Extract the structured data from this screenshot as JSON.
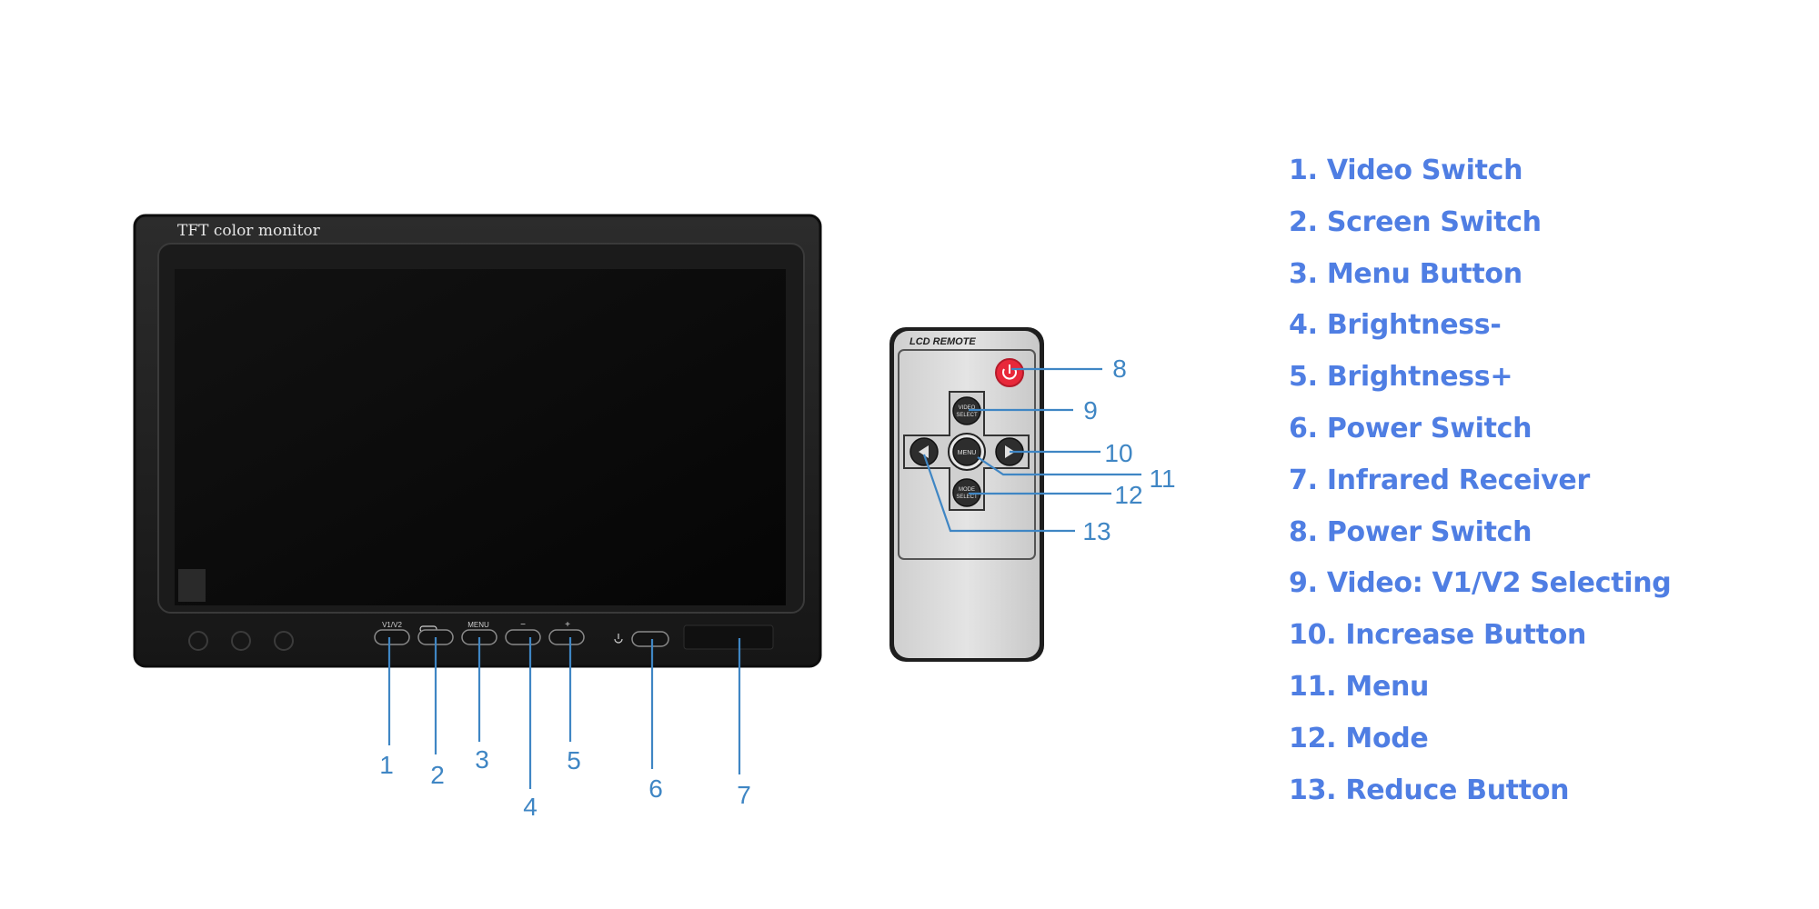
{
  "monitor": {
    "brand_text": "TFT color monitor",
    "button_labels": [
      "V1/V2",
      "",
      "MENU",
      "−",
      "+"
    ]
  },
  "remote": {
    "title": "LCD REMOTE",
    "up_label": [
      "VIDEO",
      "SELECT"
    ],
    "center_label": "MENU",
    "down_label": [
      "MODE",
      "SELECT"
    ]
  },
  "callouts": [
    "1",
    "2",
    "3",
    "4",
    "5",
    "6",
    "7",
    "8",
    "9",
    "10",
    "11",
    "12",
    "13"
  ],
  "legend": [
    "1. Video Switch",
    "2. Screen Switch",
    "3. Menu Button",
    "4. Brightness-",
    "5. Brightness+",
    "6. Power Switch",
    "7. Infrared Receiver",
    "8. Power Switch",
    "9. Video: V1/V2 Selecting",
    "10. Increase Button",
    "11. Menu",
    "12. Mode",
    "13. Reduce Button"
  ],
  "colors": {
    "callout": "#3f86c4",
    "legend_text": "#4f7ee3",
    "monitor_body": "#1f1f1f",
    "remote_body": "#d9d9d9",
    "power_button": "#e8283a"
  }
}
